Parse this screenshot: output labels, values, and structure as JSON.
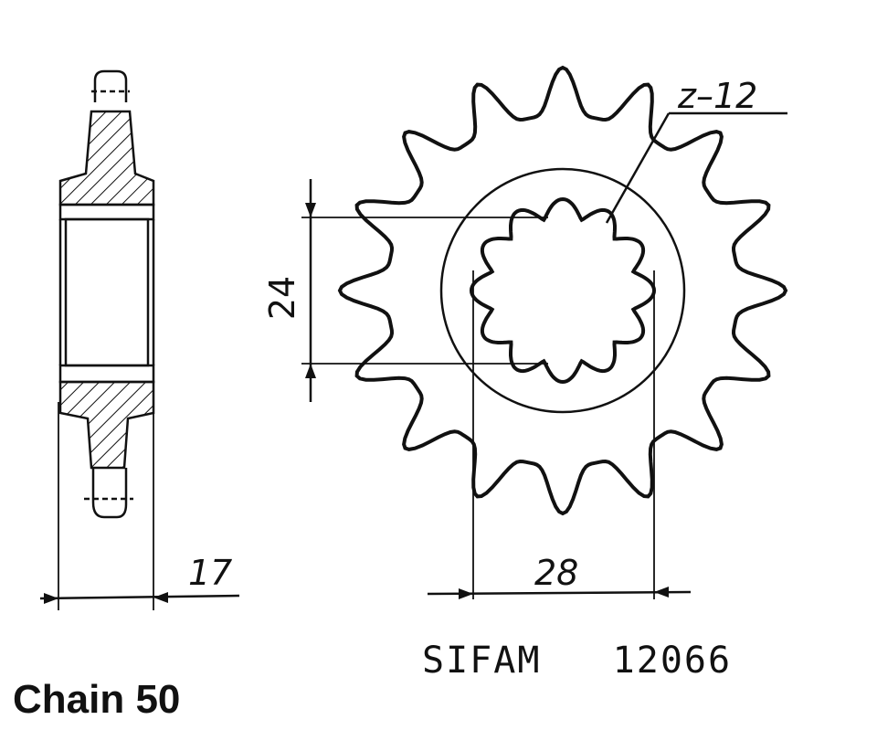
{
  "labels": {
    "width_dim": "17",
    "hub_dim": "24",
    "spline_dim": "28",
    "teeth": "z–12",
    "part_number": "SIFAM   12066",
    "chain": "Chain 50"
  },
  "colors": {
    "ink": "#111111",
    "background": "#ffffff"
  }
}
